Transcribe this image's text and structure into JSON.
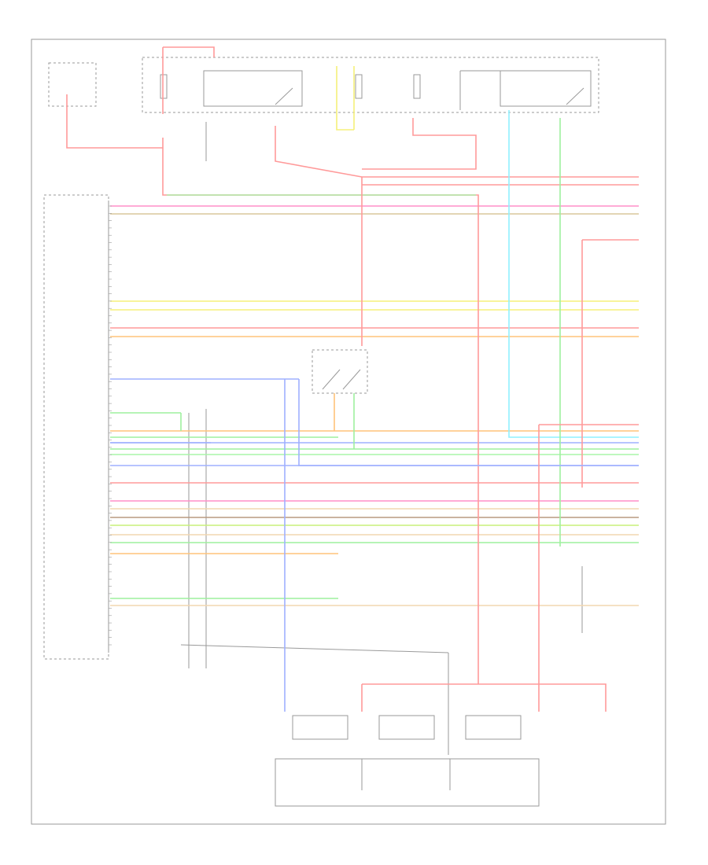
{
  "footer": {
    "code": ""
  },
  "colors": {
    "red": "#ff9a9a",
    "pink": "#ff8fc8",
    "tan": "#d9c79c",
    "yellow": "#f5f07a",
    "orange": "#ffc37a",
    "blue": "#9fb0ff",
    "cyan": "#8ff0ff",
    "green": "#9ef09e",
    "lightgreen": "#a8f5a8",
    "peach": "#f2d7b0",
    "brown": "#b89a80",
    "lime": "#c8f07a",
    "gray": "#9a9a9a"
  },
  "wires": [
    {
      "color": "red"
    },
    {
      "color": "pink"
    },
    {
      "color": "tan"
    },
    {
      "color": "yellow"
    },
    {
      "color": "orange"
    },
    {
      "color": "blue"
    },
    {
      "color": "cyan"
    },
    {
      "color": "green"
    }
  ]
}
